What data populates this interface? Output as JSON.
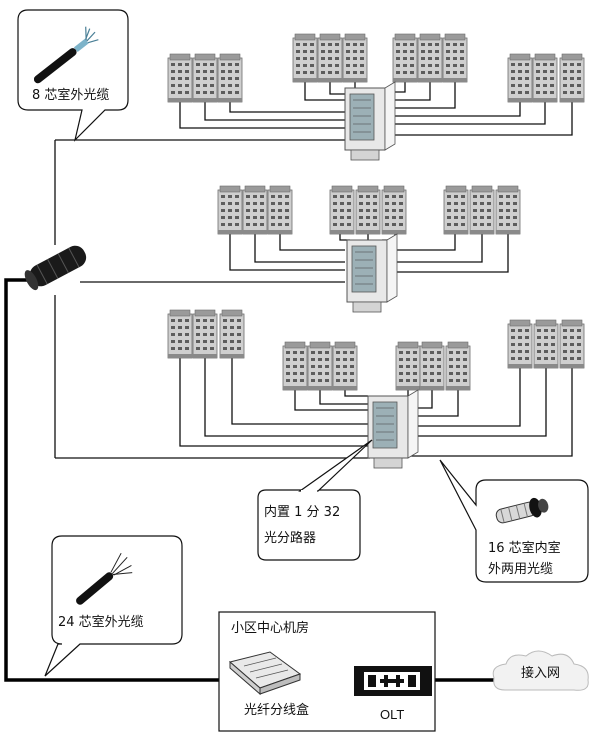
{
  "callouts": {
    "cable_8": "8 芯室外光缆",
    "splitter_line1": "内置 1 分 32",
    "splitter_line2": "光分路器",
    "cable_16_line1": "16 芯室内室",
    "cable_16_line2": "外两用光缆",
    "cable_24": "24 芯室外光缆"
  },
  "central_room": {
    "title": "小区中心机房",
    "odf_label": "光纤分线盒",
    "olt_label": "OLT"
  },
  "cloud": {
    "label": "接入网"
  },
  "colors": {
    "building_fill": "#c9c9c9",
    "building_dark": "#7a7a7a",
    "cable": "#000000",
    "cabinet": "#e6e6e6"
  },
  "icons": [
    "building-icon",
    "cabinet-icon",
    "splice-closure-icon",
    "cable-icon",
    "odf-icon",
    "olt-icon",
    "cloud-icon"
  ]
}
